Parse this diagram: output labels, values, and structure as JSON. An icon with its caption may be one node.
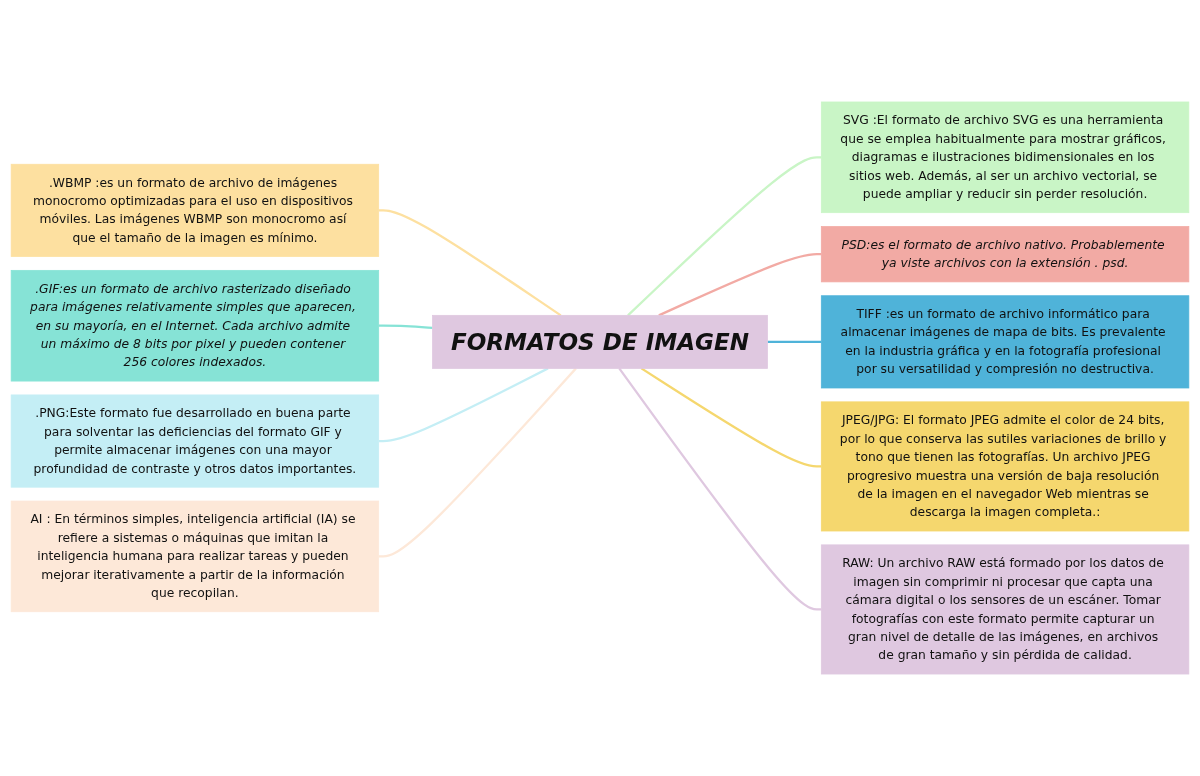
{
  "diagram": {
    "nodes": [
      {
        "text": [
          "FORMATOS DE IMAGEN"
        ]
      },
      {
        "text": [
          "SVG :El formato de archivo SVG es una herramienta que se emplea habitualmente para mostrar gráficos, diagramas e ilustraciones bidimensionales en los sitios web. Además, al ser un archivo vectorial, se puede ampliar y reducir sin perder resolución."
        ]
      },
      {
        "text": [
          ".WBMP :es un formato de archivo de imágenes monocromo optimizadas para el uso en dispositivos móviles. Las imágenes WBMP son monocromo así que el tamaño de la imagen es mínimo."
        ]
      },
      {
        "text": [
          "PSD:es el formato de archivo nativo. Probablemente ya viste archivos con la extensión . psd."
        ]
      },
      {
        "text": [
          ".GIF:es un formato de archivo rasterizado diseñado para imágenes relativamente simples que aparecen, en su mayoría, en el Internet. Cada archivo admite un máximo de 8 bits por pixel y pueden contener 256 colores indexados."
        ]
      },
      {
        "text": [
          "TIFF :es un formato de archivo informático para almacenar imágenes de mapa de bits. Es prevalente en la industria gráfica y en la fotografía profesional por su versatilidad y compresión no destructiva."
        ]
      },
      {
        "text": [
          ".PNG:Este formato fue desarrollado en buena parte para solventar las deficiencias del formato GIF y permite almacenar imágenes con una mayor profundidad de contraste y otros datos importantes."
        ]
      },
      {
        "text": [
          "AI : En términos simples, inteligencia artificial (IA) se refiere a sistemas o máquinas que imitan la inteligencia humana para realizar tareas y pueden mejorar iterativamente a partir de la información que recopilan."
        ]
      },
      {
        "text": [
          "JPEG/JPG: El formato JPEG admite el color de 24 bits, por lo que conserva las sutiles variaciones de brillo y tono que tienen las fotografías. Un archivo JPEG progresivo muestra una versión de baja resolución de la imagen en el navegador Web mientras se descarga la imagen completa.:"
        ]
      },
      {
        "text": [
          "RAW: Un archivo RAW está formado por los datos de imagen sin comprimir ni procesar que capta una cámara digital o los sensores de un escáner. Tomar fotografías con este formato permite capturar un gran nivel de detalle de las imágenes, en archivos de gran tamaño y sin pérdida de calidad."
        ]
      }
    ],
    "edges": [
      {
        "from": 0,
        "to": 1,
        "arrow": "none",
        "color": "#c9f5c6"
      },
      {
        "from": 2,
        "to": 0,
        "arrow": "none",
        "color": "#fde0a0"
      },
      {
        "from": 0,
        "to": 3,
        "arrow": "none",
        "color": "#f2aaa4"
      },
      {
        "from": 4,
        "to": 0,
        "arrow": "none",
        "color": "#86e3d6"
      },
      {
        "from": 0,
        "to": 5,
        "arrow": "none",
        "color": "#4fb3d9"
      },
      {
        "from": 6,
        "to": 0,
        "arrow": "none",
        "color": "#c4eef5"
      },
      {
        "from": 7,
        "to": 0,
        "arrow": "none",
        "color": "#fde8d8"
      },
      {
        "from": 0,
        "to": 8,
        "arrow": "none",
        "color": "#f5d76e"
      },
      {
        "from": 0,
        "to": 9,
        "arrow": "none",
        "color": "#dfc8e0"
      }
    ]
  }
}
